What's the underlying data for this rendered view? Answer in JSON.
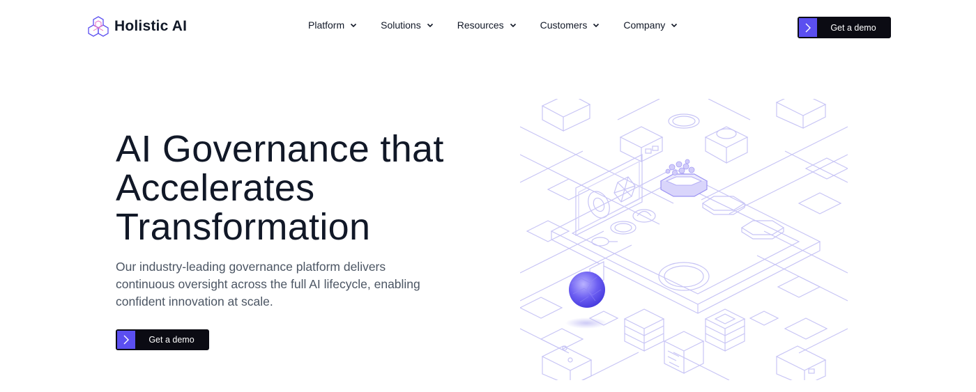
{
  "header": {
    "logo_text": "Holistic AI",
    "nav": [
      {
        "label": "Platform"
      },
      {
        "label": "Solutions"
      },
      {
        "label": "Resources"
      },
      {
        "label": "Customers"
      },
      {
        "label": "Company"
      }
    ],
    "cta_label": "Get a demo"
  },
  "hero": {
    "title_lines": [
      "AI Governance that",
      "Accelerates",
      "Transformation"
    ],
    "description": "Our industry-leading governance platform delivers continuous oversight across the full AI lifecycle, enabling confident innovation at scale.",
    "cta_label": "Get a demo"
  },
  "colors": {
    "accent": "#5b4ff0",
    "button_bg": "#0b0b13",
    "illustration_line": "#c7c4f5",
    "text": "#111827",
    "muted_text": "#4b5563"
  },
  "icons": {
    "logo": "hexagon-cluster-icon",
    "nav_chevron": "chevron-down-icon",
    "cta_arrow": "chevron-right-icon"
  }
}
